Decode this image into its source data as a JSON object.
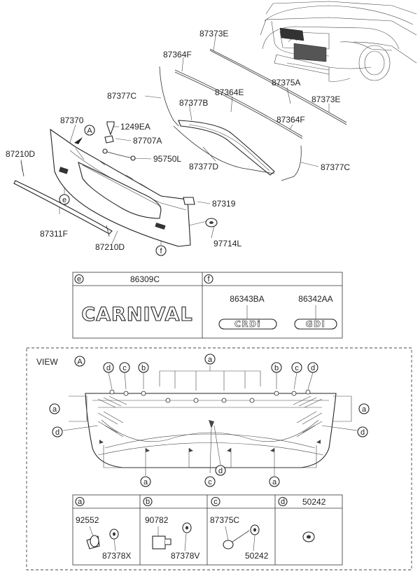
{
  "callouts": {
    "p87373E_top": "87373E",
    "p87364F_top": "87364F",
    "p87375A": "87375A",
    "p87373E_right": "87373E",
    "p87377C_left": "87377C",
    "p87364E": "87364E",
    "p87377B": "87377B",
    "p87364F_right": "87364F",
    "p87370": "87370",
    "p1249EA": "1249EA",
    "p87707A": "87707A",
    "p95750L": "95750L",
    "p87377D": "87377D",
    "p87377C_right": "87377C",
    "p87210D_left": "87210D",
    "p87319": "87319",
    "p87311F": "87311F",
    "p87210D_bottom": "87210D",
    "p97714L": "97714L",
    "view_a_marker": "A",
    "letter_e": "e",
    "letter_f": "f"
  },
  "emblem_table": {
    "e_letter": "e",
    "e_part": "86309C",
    "e_emblem_text": "CARNIVAL",
    "f_letter": "f",
    "f_part1": "86343BA",
    "f_part2": "86342AA",
    "f_emblem1_text": "CRDi",
    "f_emblem2_text": "GDI"
  },
  "view_a": {
    "title": "VIEW",
    "marker": "A",
    "letters": {
      "a": "a",
      "b": "b",
      "c": "c",
      "d": "d"
    }
  },
  "fastener_table": {
    "a_letter": "a",
    "a_part1": "92552",
    "a_part2": "87378X",
    "b_letter": "b",
    "b_part1": "90782",
    "b_part2": "87378V",
    "c_letter": "c",
    "c_part1": "87375C",
    "c_part2": "50242",
    "d_letter": "d",
    "d_part1": "50242"
  }
}
